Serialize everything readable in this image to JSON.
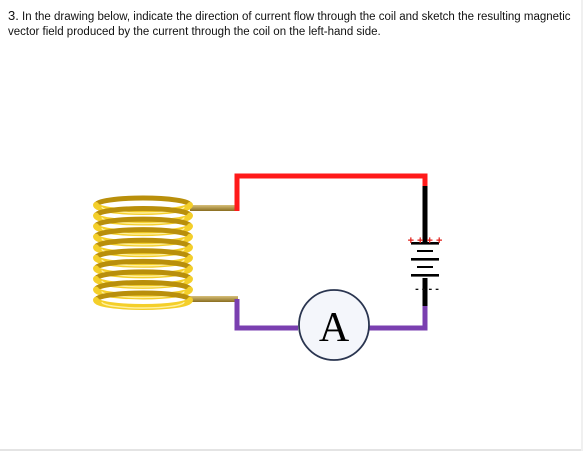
{
  "question": {
    "number": "3.",
    "text": "In the drawing below, indicate the direction of current flow through the coil and sketch the resulting magnetic vector field produced by the current through the coil on the left-hand side."
  },
  "figure": {
    "ammeter_label": "A",
    "battery_plus_signs": "+ + + +",
    "battery_minus_signs": "- - - -",
    "colors": {
      "coil": "#f0c419",
      "coil_dark": "#b98f0b",
      "lead": "#a8872a",
      "wire_positive": "#ff1a1a",
      "wire_negative": "#7a3fb0",
      "battery": "#000000",
      "plus": "#e0201b",
      "ammeter_fill": "#f4f6fb",
      "ammeter_stroke": "#2a3550"
    }
  }
}
